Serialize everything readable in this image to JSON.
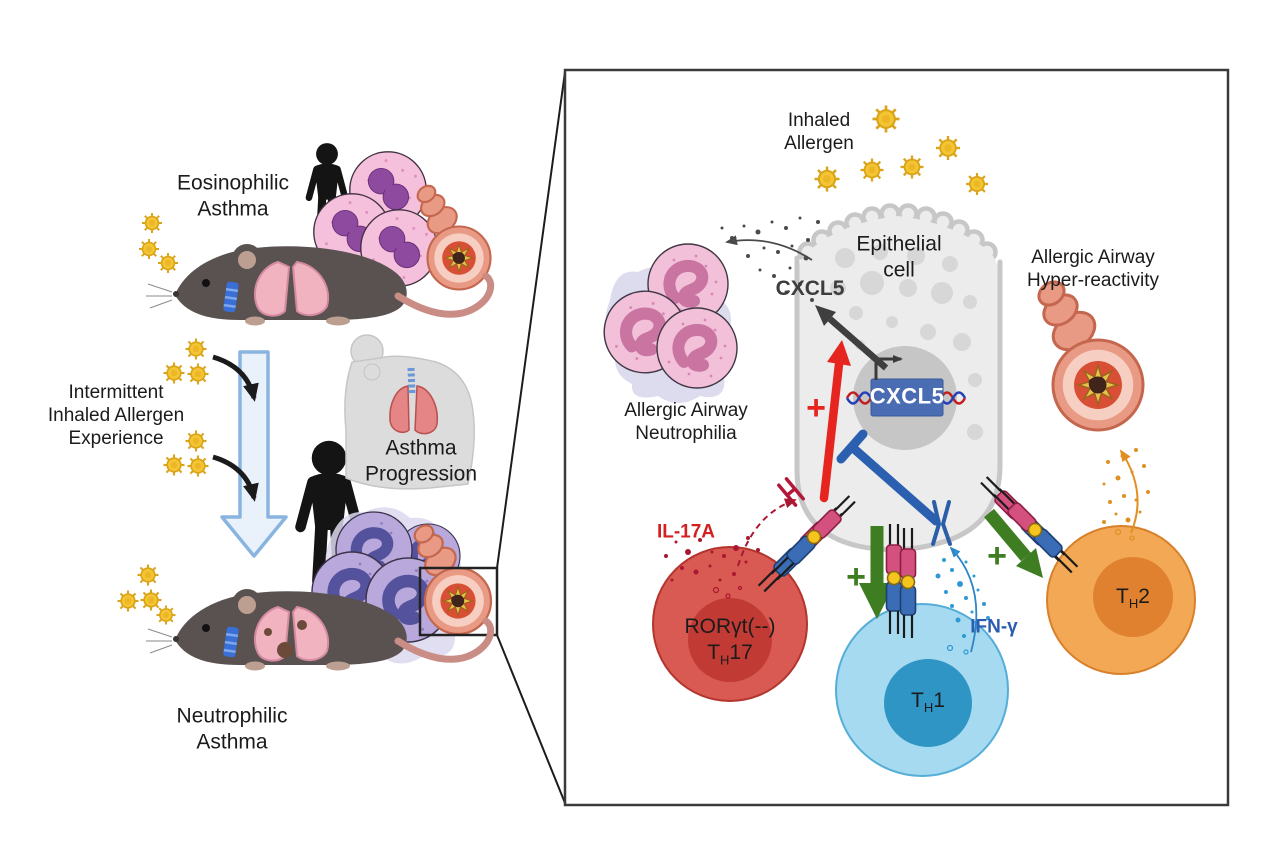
{
  "left": {
    "eosinophilic_label": {
      "line1": "Eosinophilic",
      "line2": "Asthma"
    },
    "intermittent_label": {
      "line1": "Intermittent",
      "line2": "Inhaled Allergen",
      "line3": "Experience"
    },
    "asthma_progression_label": {
      "line1": "Asthma",
      "line2": "Progression"
    },
    "neutrophilic_label": {
      "line1": "Neutrophilic",
      "line2": "Asthma"
    }
  },
  "panel": {
    "inhaled_allergen_label": {
      "line1": "Inhaled",
      "line2": "Allergen"
    },
    "epithelial_cell_label": {
      "line1": "Epithelial",
      "line2": "cell"
    },
    "cxcl5_secreted_label": "CXCL5",
    "cxcl5_gene_label": "CXCL5",
    "neutrophilia_label": {
      "line1": "Allergic Airway",
      "line2": "Neutrophilia"
    },
    "hyper_reactivity_label": {
      "line1": "Allergic Airway",
      "line2": "Hyper-reactivity"
    },
    "il17a_label": "IL-17A",
    "ifng_label": "IFN-γ",
    "th17_label": {
      "line1": "RORγt(--)",
      "t": "T",
      "sub": "H",
      "num": "17"
    },
    "th1_label": {
      "t": "T",
      "sub": "H",
      "num": "1"
    },
    "th2_label": {
      "t": "T",
      "sub": "H",
      "num": "2"
    },
    "plus_red": "+",
    "plus_green_th1": "+",
    "plus_green_th2": "+"
  },
  "colors": {
    "allergen_yellow": "#f3c433",
    "eosinophil_pink": "#f4c0dc",
    "neutrophil_purple": "#b9a8dc",
    "neutrophil_pink": "#f2c0d8",
    "epithelial_gray": "#ececec",
    "gene_box_blue": "#4a6cb3",
    "activation_red": "#e62520",
    "inhibition_blue": "#2b5fb0",
    "activation_green": "#3e7d22",
    "th17_red": "#d95a52",
    "th1_blue": "#a6daf0",
    "th2_orange": "#f2a854",
    "il17a_text": "#d32020",
    "ifng_text": "#2a5cb0"
  }
}
